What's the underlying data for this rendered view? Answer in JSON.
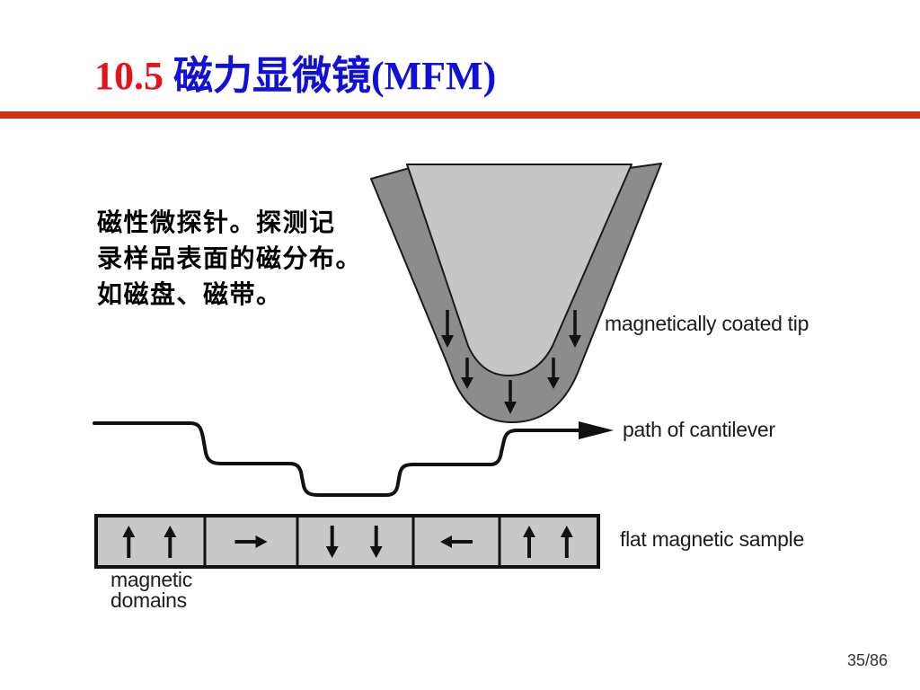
{
  "slide": {
    "title": {
      "number": "10.5",
      "text": "磁力显微镜(MFM)"
    },
    "description_lines": [
      "磁性微探针。探测记",
      "录样品表面的磁分布。",
      "如磁盘、磁带。"
    ],
    "page_number": "35/86"
  },
  "diagram": {
    "labels": {
      "tip": "magnetically coated tip",
      "cantilever_path": "path of cantilever",
      "sample": "flat magnetic sample",
      "domains": [
        "magnetic",
        "domains"
      ]
    },
    "domains": [
      {
        "icon": "arrow-up-icon",
        "count": 2
      },
      {
        "icon": "arrow-right-icon",
        "count": 1
      },
      {
        "icon": "arrow-down-icon",
        "count": 2
      },
      {
        "icon": "arrow-left-icon",
        "count": 1
      },
      {
        "icon": "arrow-up-icon",
        "count": 2
      }
    ]
  },
  "colors": {
    "title_number": "#e8101a",
    "title_text": "#1010d8",
    "rule": "#cc3311",
    "tip_coating": "#8c8c8c",
    "tip_core": "#c6c6c6",
    "sample": "#c8c8c8",
    "ink": "#111111"
  }
}
